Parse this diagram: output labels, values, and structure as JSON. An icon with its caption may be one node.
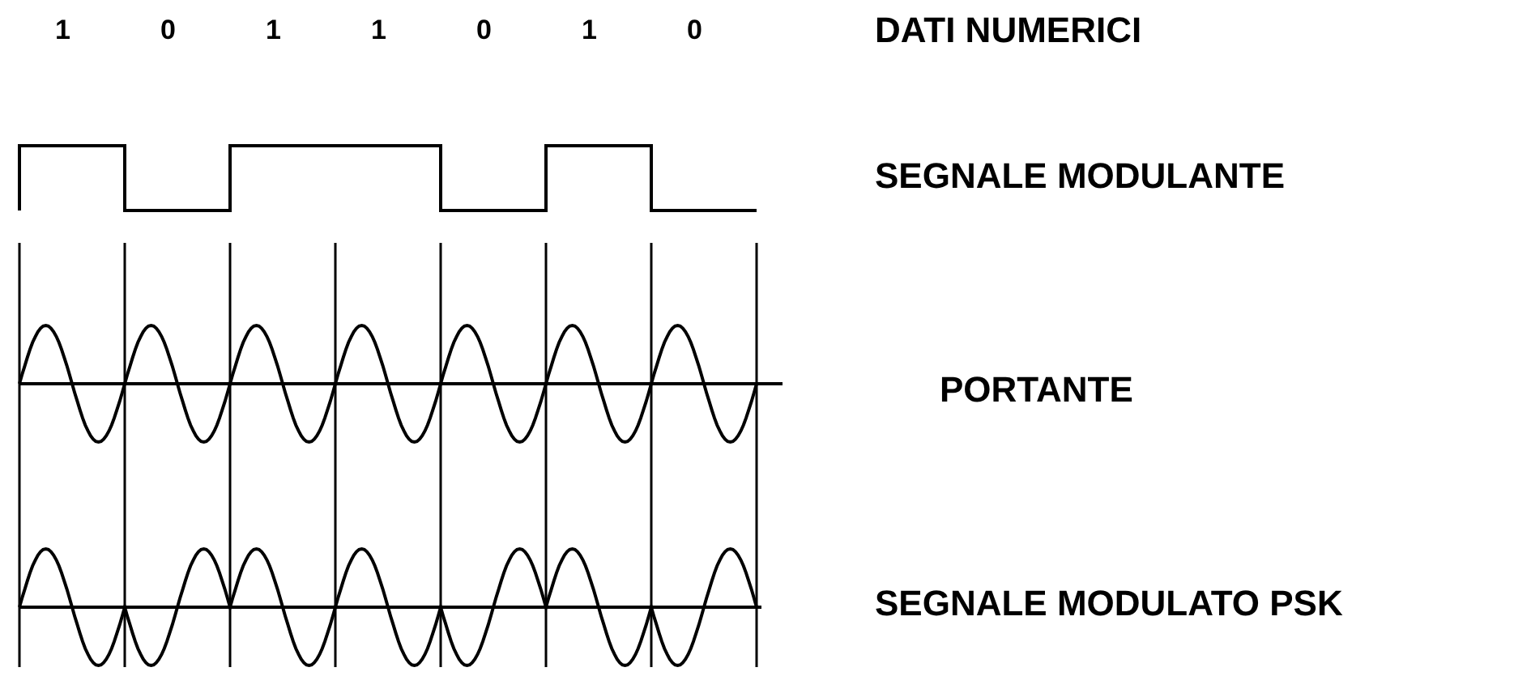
{
  "diagram": {
    "labels": [
      "1",
      "0",
      "1",
      "1",
      "0",
      "1",
      "0",
      "DATI NUMERICI",
      "SEGNALE MODULANTE",
      "PORTANTE",
      "SEGNALE MODULATO PSK"
    ]
  }
}
